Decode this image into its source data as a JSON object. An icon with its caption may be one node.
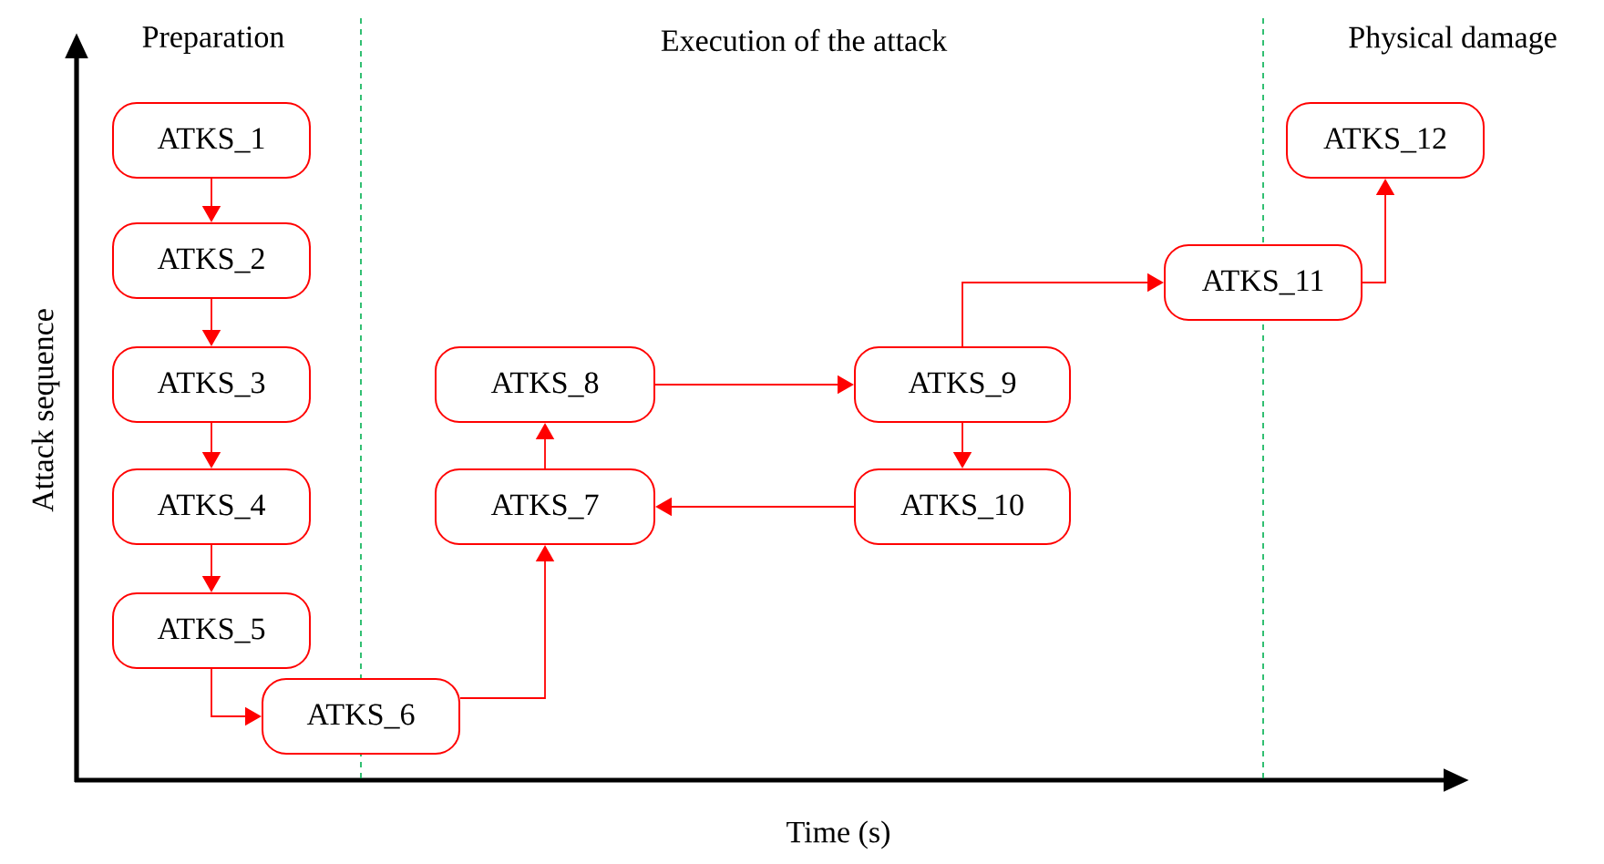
{
  "diagram": {
    "nodes": [
      {
        "text": [
          "ATKS_1"
        ]
      },
      {
        "text": [
          "ATKS_2"
        ]
      },
      {
        "text": [
          "ATKS_3"
        ]
      },
      {
        "text": [
          "ATKS_4"
        ]
      },
      {
        "text": [
          "ATKS_5"
        ]
      },
      {
        "text": [
          "ATKS_6"
        ]
      },
      {
        "text": [
          "ATKS_7"
        ]
      },
      {
        "text": [
          "ATKS_8"
        ]
      },
      {
        "text": [
          "ATKS_9"
        ]
      },
      {
        "text": [
          "ATKS_10"
        ]
      },
      {
        "text": [
          "ATKS_11"
        ]
      },
      {
        "text": [
          "ATKS_12"
        ]
      }
    ],
    "edges": [
      {
        "from": 0,
        "to": 1,
        "arrow": "to"
      },
      {
        "from": 1,
        "to": 2,
        "arrow": "to"
      },
      {
        "from": 2,
        "to": 3,
        "arrow": "to"
      },
      {
        "from": 3,
        "to": 4,
        "arrow": "to"
      },
      {
        "from": 4,
        "to": 5,
        "arrow": "to"
      },
      {
        "from": 5,
        "to": 6,
        "arrow": "to"
      },
      {
        "from": 6,
        "to": 7,
        "arrow": "to"
      },
      {
        "from": 7,
        "to": 8,
        "arrow": "to"
      },
      {
        "from": 8,
        "to": 9,
        "arrow": "to"
      },
      {
        "from": 9,
        "to": 6,
        "arrow": "to"
      },
      {
        "from": 8,
        "to": 10,
        "arrow": "to"
      },
      {
        "from": 10,
        "to": 11,
        "arrow": "to"
      }
    ],
    "labels": [
      "Preparation",
      "Execution of the attack",
      "Physical damage",
      "Attack sequence",
      "Time (s)"
    ]
  }
}
